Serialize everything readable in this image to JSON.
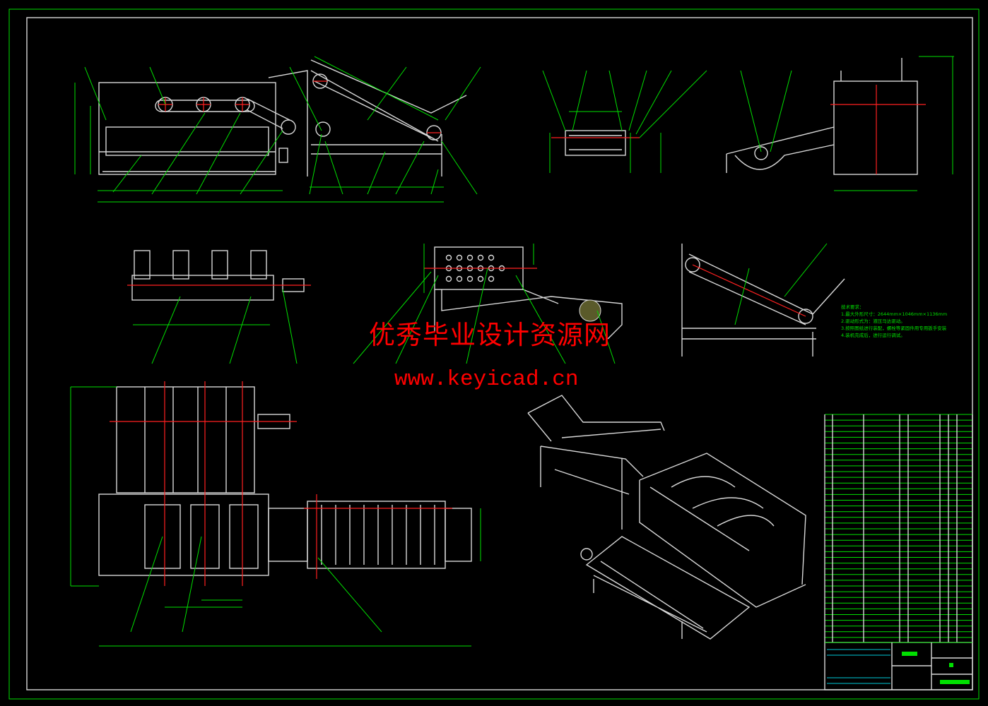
{
  "watermark": {
    "title": "优秀毕业设计资源网",
    "url": "www.keyicad.cn",
    "color": "#ff0000"
  },
  "technical_requirements": {
    "heading": "技术要求：",
    "items": [
      "1.最大外形尺寸：2644mm×1046mm×1136mm",
      "2.驱动形式为：液压马达驱动。",
      "3.按照图纸进行装配，螺栓等紧固件用专用扳手安装",
      "4.装机完成后，进行运行调试。"
    ]
  },
  "colors": {
    "background": "#000000",
    "geometry": "#d8d8d8",
    "dimensions": "#00e000",
    "centerlines": "#ff2020",
    "title_block_lines": "#00c8d8"
  }
}
